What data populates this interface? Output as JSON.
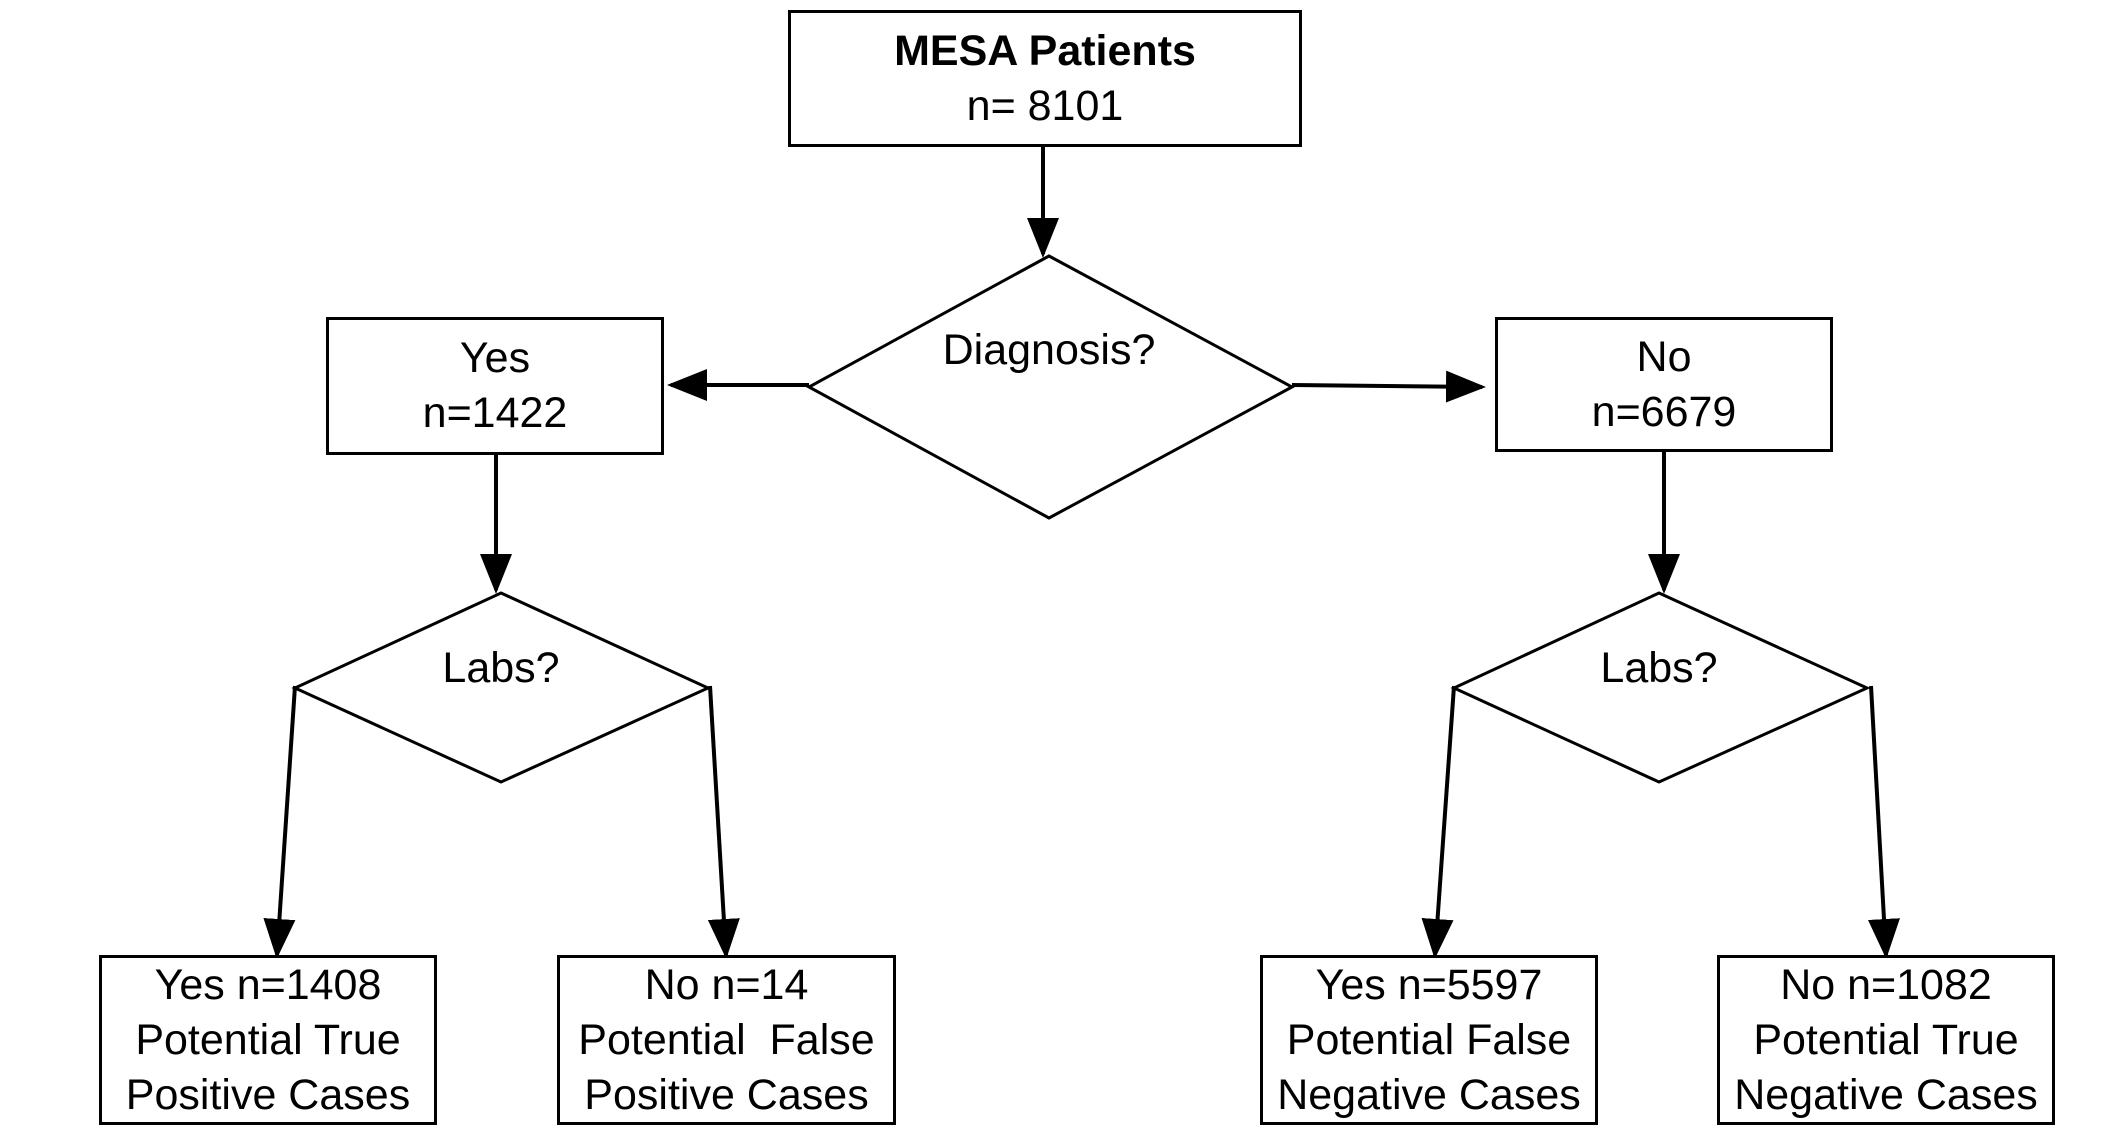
{
  "root": {
    "title": "MESA Patients",
    "count": "n= 8101"
  },
  "diagnosis": {
    "question": "Diagnosis?"
  },
  "yes_branch": {
    "label": "Yes",
    "count": "n=1422",
    "question": "Labs?"
  },
  "no_branch": {
    "label": "No",
    "count": "n=6679",
    "question": "Labs?"
  },
  "outcomes": [
    {
      "line1": "Yes n=1408",
      "line2": "Potential True",
      "line3": "Positive Cases"
    },
    {
      "line1": "No n=14",
      "line2": "Potential  False",
      "line3": "Positive Cases"
    },
    {
      "line1": "Yes n=5597",
      "line2": "Potential False",
      "line3": "Negative Cases"
    },
    {
      "line1": "No n=1082",
      "line2": "Potential True",
      "line3": "Negative Cases"
    }
  ],
  "colors": {
    "line": "#000000",
    "background": "#ffffff"
  }
}
